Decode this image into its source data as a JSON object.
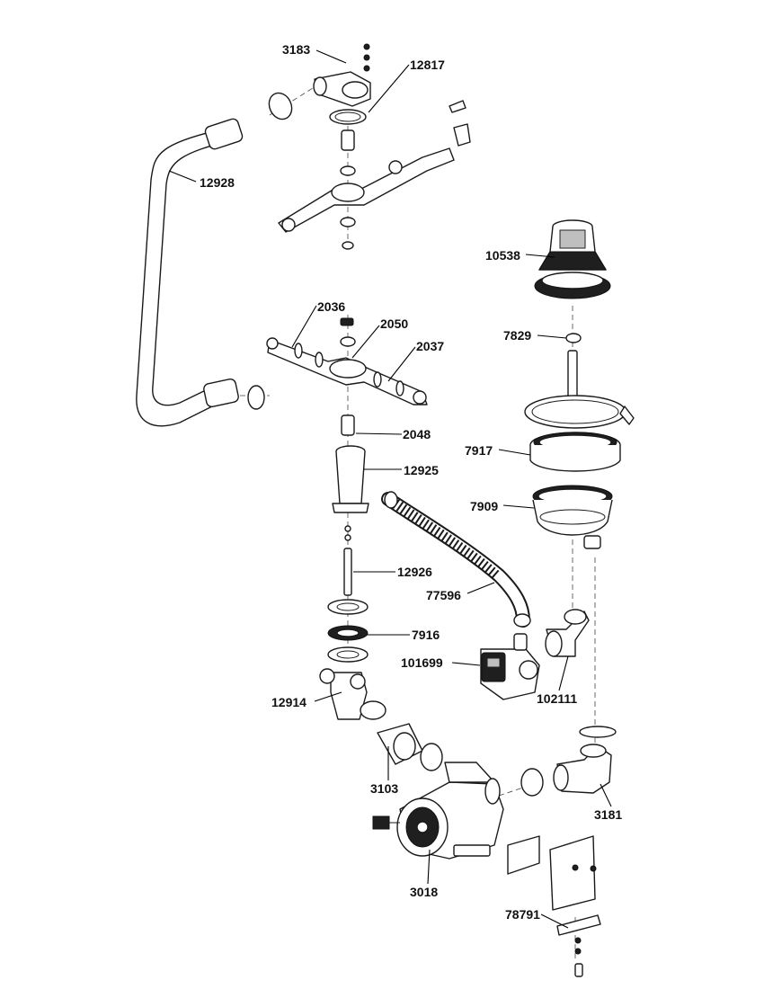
{
  "labels": {
    "p3183": "3183",
    "p12817": "12817",
    "p12928": "12928",
    "p10538": "10538",
    "p2036": "2036",
    "p2050": "2050",
    "p2037": "2037",
    "p7829": "7829",
    "p2048": "2048",
    "p7917": "7917",
    "p12925": "12925",
    "p7909": "7909",
    "p12926": "12926",
    "p77596": "77596",
    "p7916": "7916",
    "p101699": "101699",
    "p102111": "102111",
    "p12914": "12914",
    "p3103": "3103",
    "p3181": "3181",
    "p3018": "3018",
    "p78791": "78791"
  }
}
